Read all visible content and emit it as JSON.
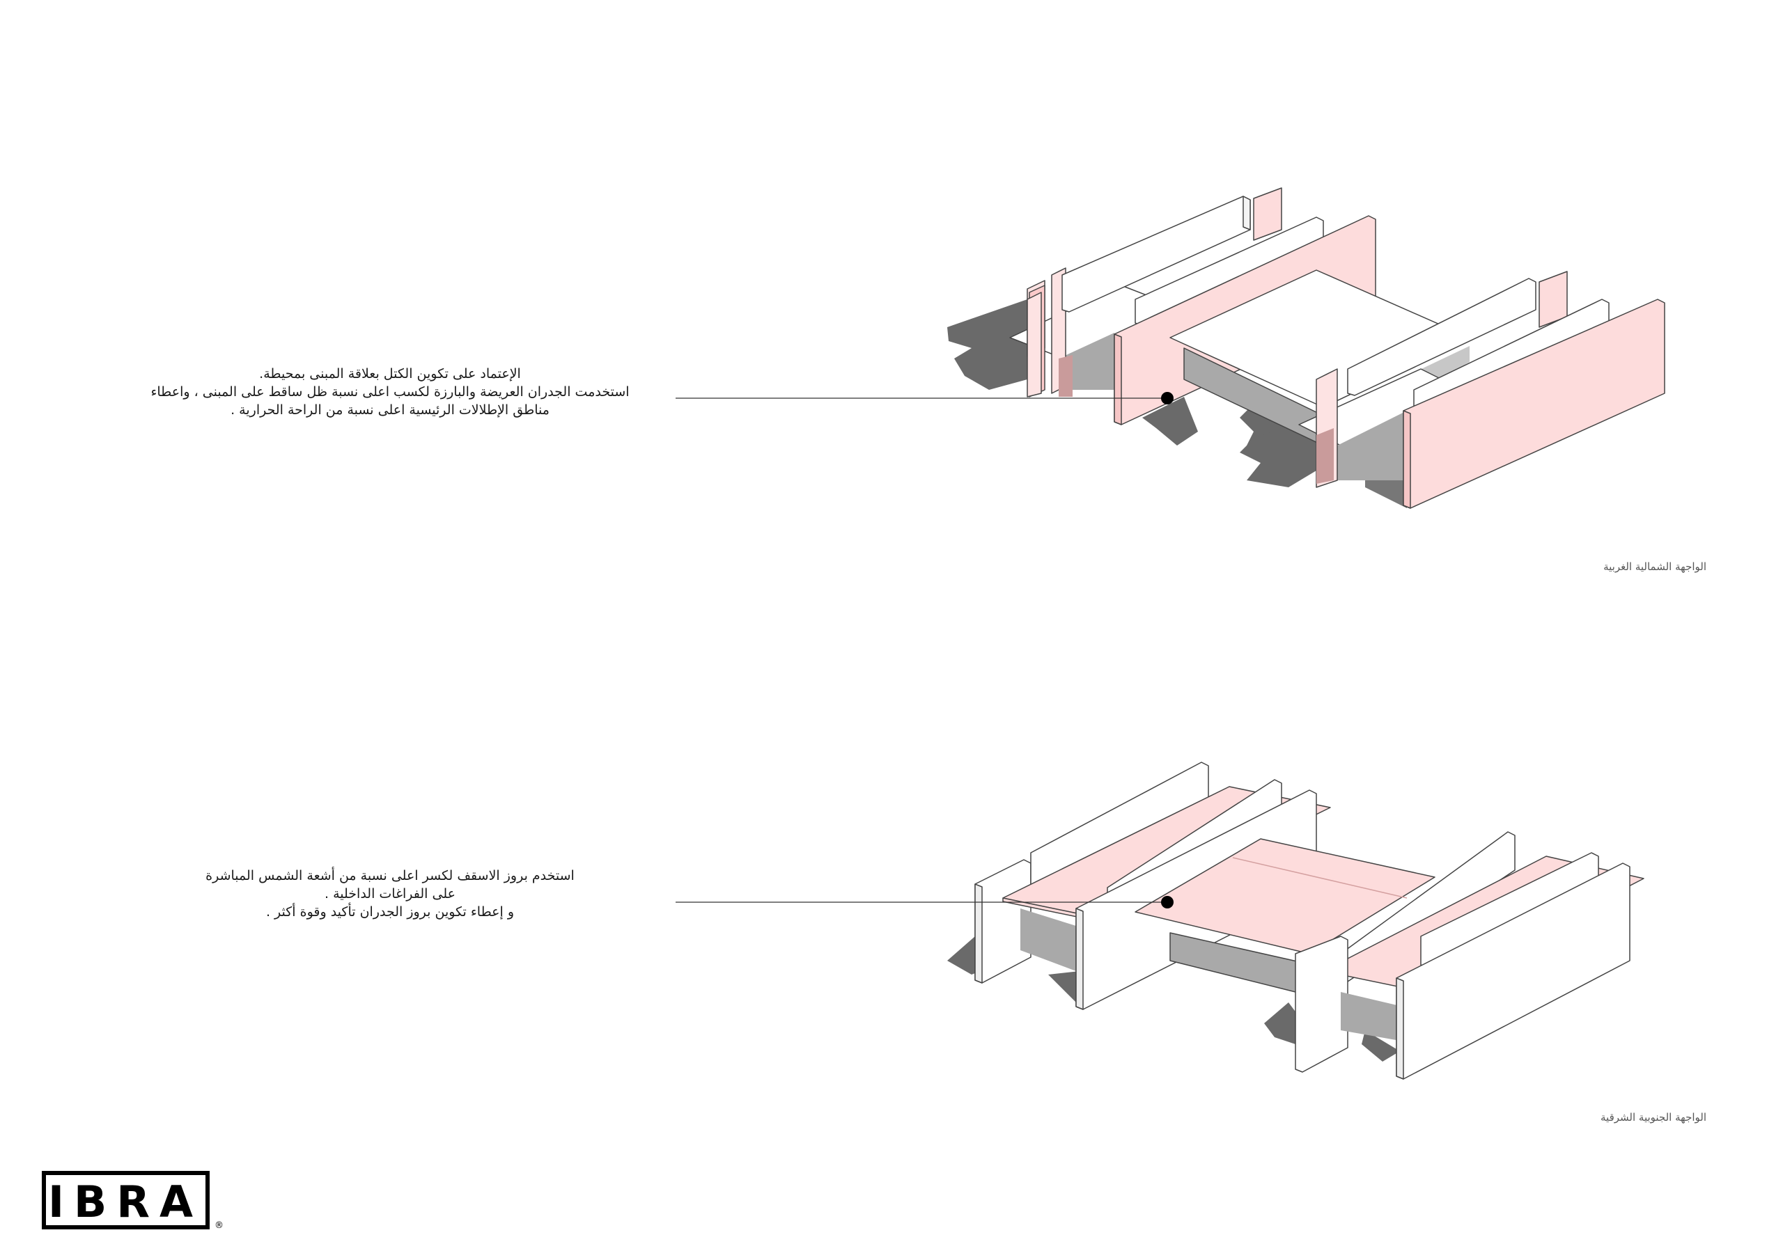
{
  "sections": [
    {
      "note_lines": [
        "الإعتماد على تكوين الكتل بعلاقة المبنى بمحيطة.",
        "استخدمت الجدران العريضة والبارزة لكسب اعلى نسبة ظل ساقط على المبنى ، واعطاء",
        "مناطق الإطلالات الرئيسية اعلى نسبة من الراحة الحرارية ."
      ],
      "caption": "الواجهة الشمالية الغربية"
    },
    {
      "note_lines": [
        "استخدم بروز الاسقف لكسر اعلى نسبة من أشعة الشمس المباشرة",
        "على الفراغات الداخلية .",
        "و إعطاء تكوين بروز الجدران تأكيد وقوة أكثر ."
      ],
      "caption": "الواجهة الجنوبية الشرقية"
    }
  ],
  "logo": {
    "text": "IBRA",
    "mark": "®"
  },
  "colors": {
    "accent_pink": "#fddcdc",
    "wall_stroke": "#444444",
    "shadow_dark": "#6a6a6a",
    "shadow_mid": "#a9a9a9",
    "face_white": "#ffffff"
  }
}
